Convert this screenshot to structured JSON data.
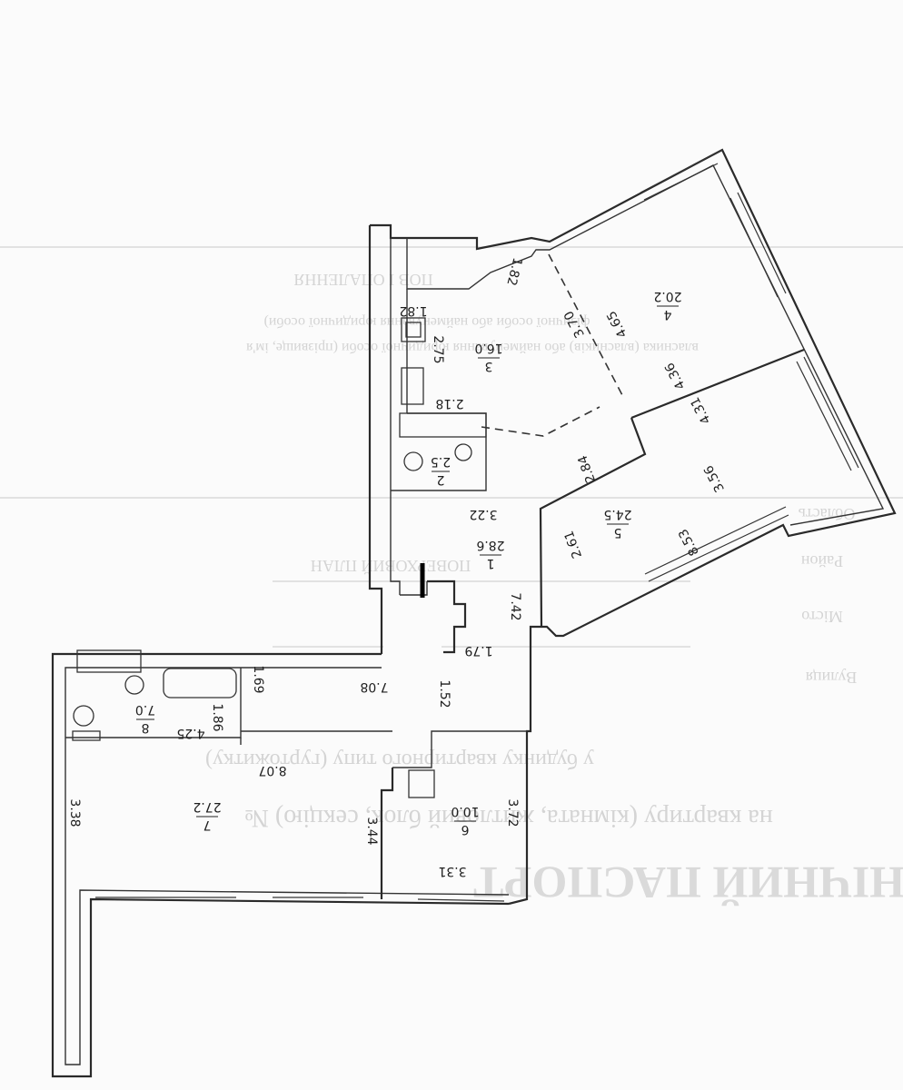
{
  "ghost_text": {
    "line1": "ТЕХНІЧНИЙ ПАСПОРТ",
    "line2": "на квартиру (кімната, житловий блок, секцію) №",
    "line3": "у будинку квартирного типу (гуртожитку)",
    "line4": "фізичної особи або найменування юридичної особи)",
    "line5": "власника (власників) або найменування юридичної особи (прізвище, ім'я",
    "line6": "ПОВ І ОПАЛЕННЯ",
    "line7": "ПОВЕРХОВИЙ ПЛАН",
    "side1": "Область",
    "side2": "Район",
    "side3": "Місто",
    "side4": "Вулиця"
  },
  "rooms": [
    {
      "number": "1",
      "area": "28.6"
    },
    {
      "number": "2",
      "area": "2.5"
    },
    {
      "number": "3",
      "area": "16.0"
    },
    {
      "number": "4",
      "area": "20.2"
    },
    {
      "number": "5",
      "area": "24.5"
    },
    {
      "number": "6",
      "area": "10.0"
    },
    {
      "number": "7",
      "area": "27.2"
    },
    {
      "number": "8",
      "area": "7.0"
    }
  ],
  "dimensions": {
    "d_1_82_a": "1.82",
    "d_1_82_b": "1.82",
    "d_2_75": "2.75",
    "d_2_18": "2.18",
    "d_3_70": "3.70",
    "d_4_65": "4.65",
    "d_4_36": "4.36",
    "d_4_31": "4.31",
    "d_2_84": "2.84",
    "d_3_56": "3.56",
    "d_2_61": "2.61",
    "d_8_53": "8.53",
    "d_3_22": "3.22",
    "d_7_42": "7.42",
    "d_1_79": "1.79",
    "d_7_08": "7.08",
    "d_1_52": "1.52",
    "d_1_69": "1.69",
    "d_1_86": "1.86",
    "d_4_25": "4.25",
    "d_8_07": "8.07",
    "d_3_38": "3.38",
    "d_3_44": "3.44",
    "d_3_72": "3.72",
    "d_3_31": "3.31"
  }
}
